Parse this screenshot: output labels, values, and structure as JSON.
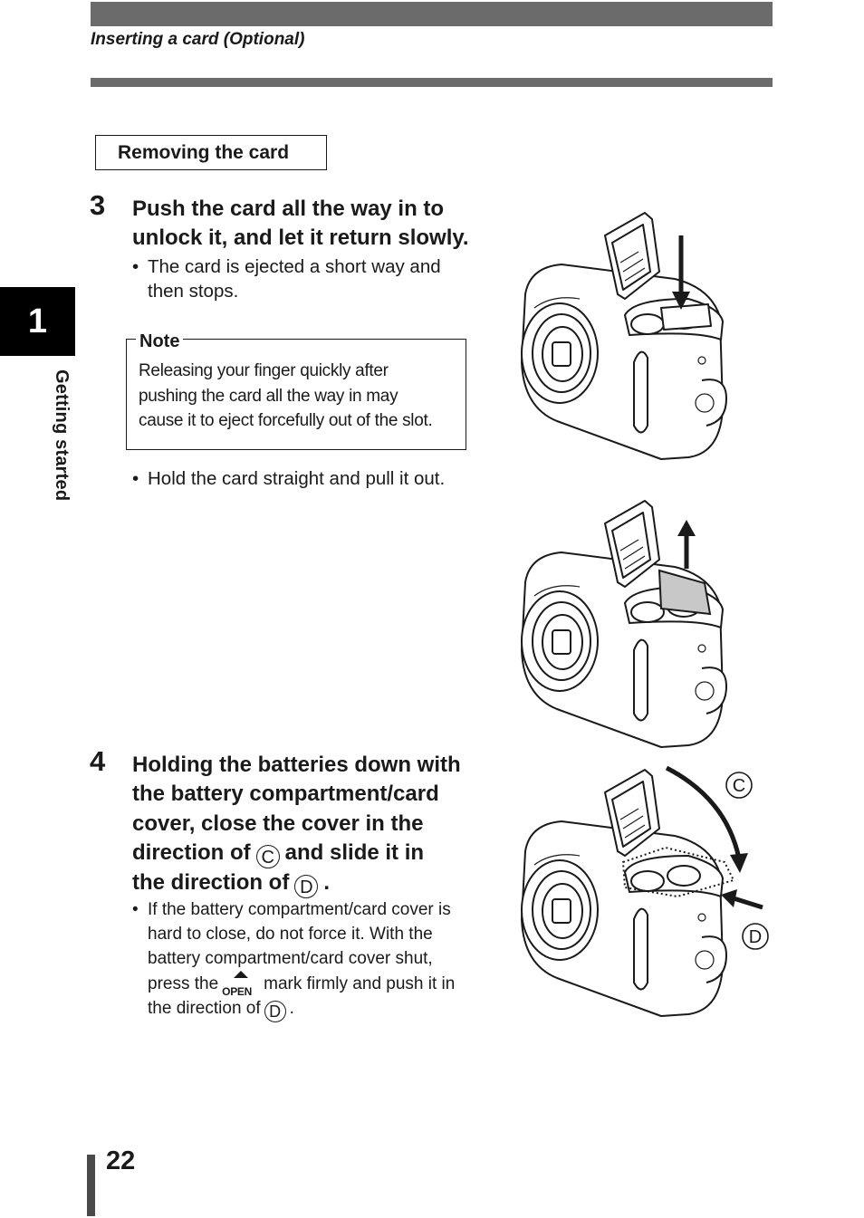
{
  "header": {
    "title": "Inserting a card (Optional)"
  },
  "side_tab": {
    "chapter": "1",
    "label": "Getting started"
  },
  "section": {
    "title": "Removing the card"
  },
  "step3": {
    "number": "3",
    "title_line1": "Push the card all the way in to",
    "title_line2": "unlock it, and let it return slowly.",
    "bullet1_line1": "The card is ejected a short way and",
    "bullet1_line2": "then stops.",
    "note_title": "Note",
    "note_line1": "Releasing your finger quickly after",
    "note_line2": "pushing the card all the way in may",
    "note_line3": "cause it to eject forcefully out of the slot.",
    "bullet2": "Hold the card straight and pull it out."
  },
  "step4": {
    "number": "4",
    "title_line1": "Holding the batteries down with",
    "title_line2": "the battery compartment/card",
    "title_line3": "cover, close the cover in the",
    "title_line4_a": "direction of",
    "title_line4_b": "and slide it in",
    "title_line5_a": "the direction of",
    "title_line5_b": ".",
    "circle_c": "C",
    "circle_d": "D",
    "bullet_line1": "If the battery compartment/card cover is",
    "bullet_line2": "hard to close, do not force it. With the",
    "bullet_line3": "battery compartment/card cover shut,",
    "bullet_line4_a": "press the",
    "open_mark_label": "OPEN",
    "bullet_line4_b": "mark firmly and push it in",
    "bullet_line5_a": "the direction of",
    "bullet_line5_b": "."
  },
  "page": {
    "number": "22"
  },
  "bullet_symbol": "•"
}
